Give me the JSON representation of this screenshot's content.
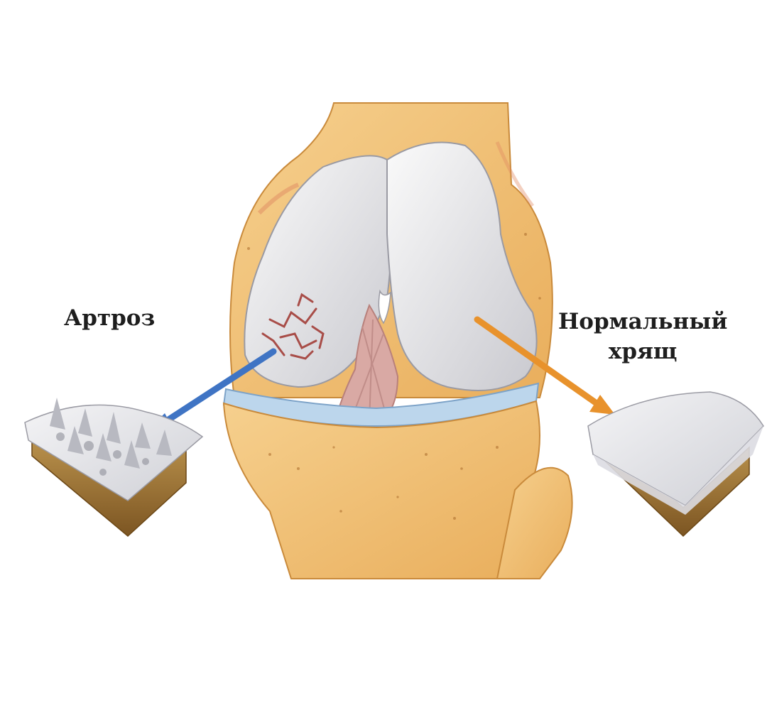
{
  "labels": {
    "left": "Артроз",
    "right_line1": "Нормальный",
    "right_line2": "хрящ"
  },
  "colors": {
    "bone": "#f2c57c",
    "bone_dark": "#d99a45",
    "cartilage": "#e7e7ea",
    "meniscus": "#bcd6ec",
    "ligament": "#d9a9a4",
    "damage": "#a84d48",
    "arrow_left": "#3f74c4",
    "arrow_right": "#e8922c",
    "subchondral": "#a9782c"
  },
  "icons": {
    "left_sample": "damaged-cartilage-block-icon",
    "right_sample": "healthy-cartilage-block-icon"
  }
}
